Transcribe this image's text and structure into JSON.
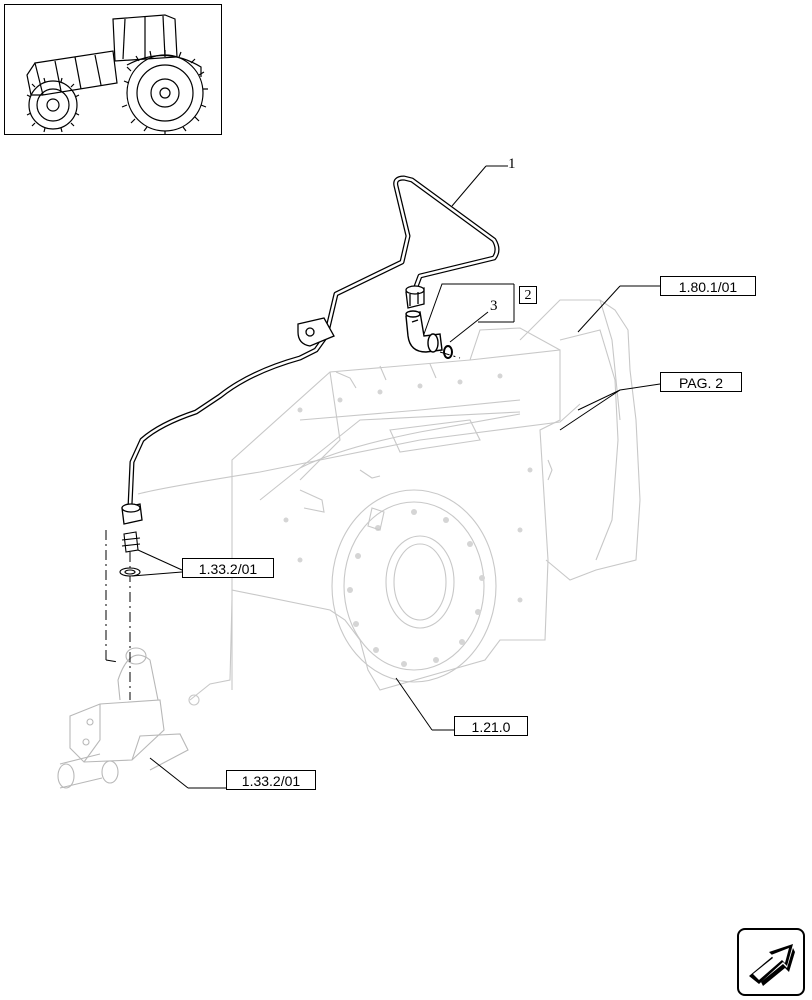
{
  "diagram": {
    "parts": [
      {
        "number": "1",
        "boxed": false
      },
      {
        "number": "2",
        "boxed": true
      },
      {
        "number": "3",
        "boxed": false
      }
    ],
    "references": [
      {
        "id": "ref-top-right",
        "label": "1.80.1/01"
      },
      {
        "id": "ref-page",
        "label": "PAG. 2"
      },
      {
        "id": "ref-mid-left",
        "label": "1.33.2/01"
      },
      {
        "id": "ref-bottom-center",
        "label": "1.21.0"
      },
      {
        "id": "ref-bottom-left",
        "label": "1.33.2/01"
      }
    ]
  },
  "thumbnail": {
    "icon": "tractor-icon"
  },
  "navigation": {
    "icon": "back-arrow-icon"
  }
}
